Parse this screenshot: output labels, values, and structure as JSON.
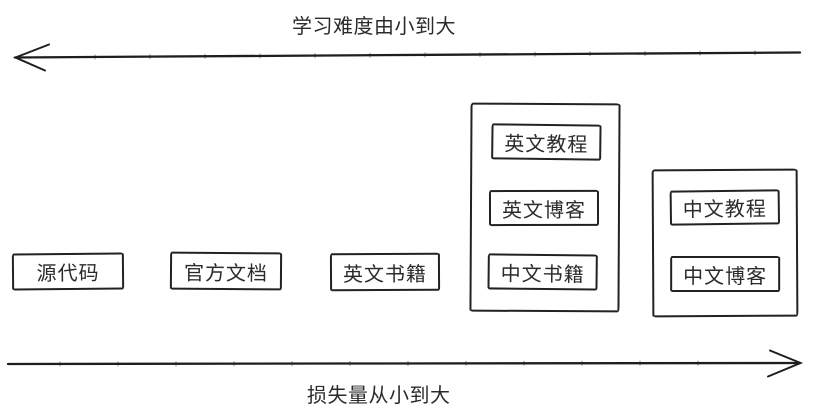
{
  "colors": {
    "background": "#ffffff",
    "stroke": "#222222",
    "text": "#2b2b2b"
  },
  "axes": {
    "top": {
      "label": "学习难度由小到大",
      "direction": "left"
    },
    "bottom": {
      "label": "损失量从小到大",
      "direction": "right"
    }
  },
  "nodes": [
    {
      "label": "源代码"
    },
    {
      "label": "官方文档"
    },
    {
      "label": "英文书籍"
    }
  ],
  "groups": [
    {
      "items": [
        {
          "label": "英文教程"
        },
        {
          "label": "英文博客"
        },
        {
          "label": "中文书籍"
        }
      ]
    },
    {
      "items": [
        {
          "label": "中文教程"
        },
        {
          "label": "中文博客"
        }
      ]
    }
  ]
}
